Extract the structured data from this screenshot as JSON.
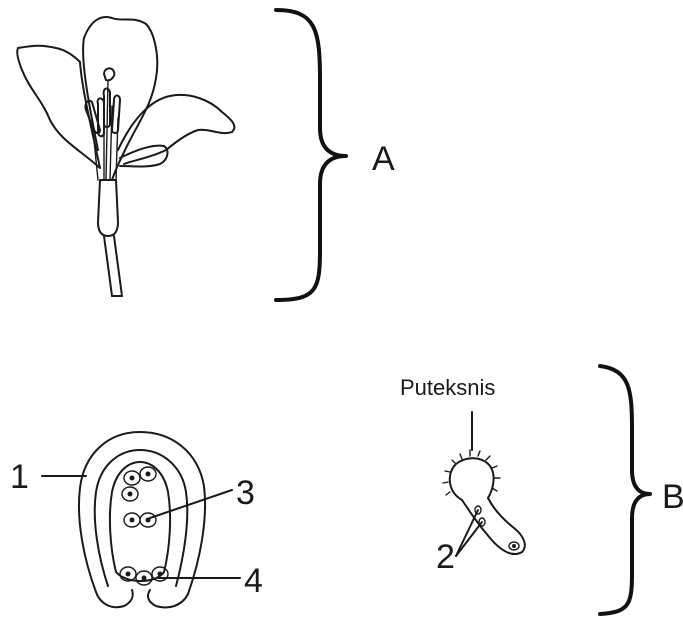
{
  "labels": {
    "group_a": "A",
    "group_b": "B",
    "pollen_term": "Puteksnis",
    "part_1": "1",
    "part_2": "2",
    "part_3": "3",
    "part_4": "4"
  },
  "colors": {
    "ink": "#1a1a1a",
    "background": "#ffffff"
  }
}
